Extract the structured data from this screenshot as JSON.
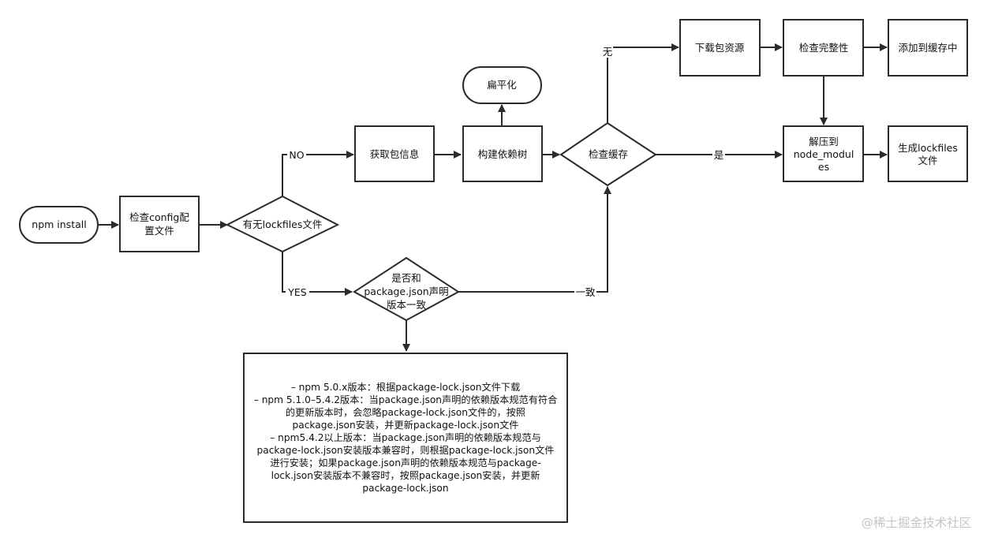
{
  "nodes": {
    "start": "npm install",
    "check_config": [
      "检查config配",
      "置文件"
    ],
    "has_lockfile": "有无lockfiles文件",
    "get_pkg_info": "获取包信息",
    "build_tree": "构建依赖树",
    "flatten": "扁平化",
    "check_cache": "检查缓存",
    "download": "下载包资源",
    "check_integrity": "检查完整性",
    "add_cache": "添加到缓存中",
    "extract": [
      "解压到",
      "node_modul",
      "es"
    ],
    "gen_lockfiles": [
      "生成lockfiles",
      "文件"
    ],
    "version_match": [
      "是否和",
      "package.json声明",
      "版本一致"
    ]
  },
  "edges": {
    "no": "NO",
    "yes": "YES",
    "none": "无",
    "is": "是",
    "consistent": "一致"
  },
  "note": [
    "– npm 5.0.x版本：根据package-lock.json文件下载",
    "– npm 5.1.0–5.4.2版本：当package.json声明的依赖版本规范有符合",
    "的更新版本时，会忽略package-lock.json文件的，按照",
    "package.json安装，并更新package-lock.json文件",
    "– npm5.4.2以上版本：当package.json声明的依赖版本规范与",
    "package-lock.json安装版本兼容时，则根据package-lock.json文件",
    "进行安装；如果package.json声明的依赖版本规范与package-",
    "lock.json安装版本不兼容时，按照package.json安装，并更新",
    "package-lock.json"
  ],
  "watermark": "@稀土掘金技术社区"
}
